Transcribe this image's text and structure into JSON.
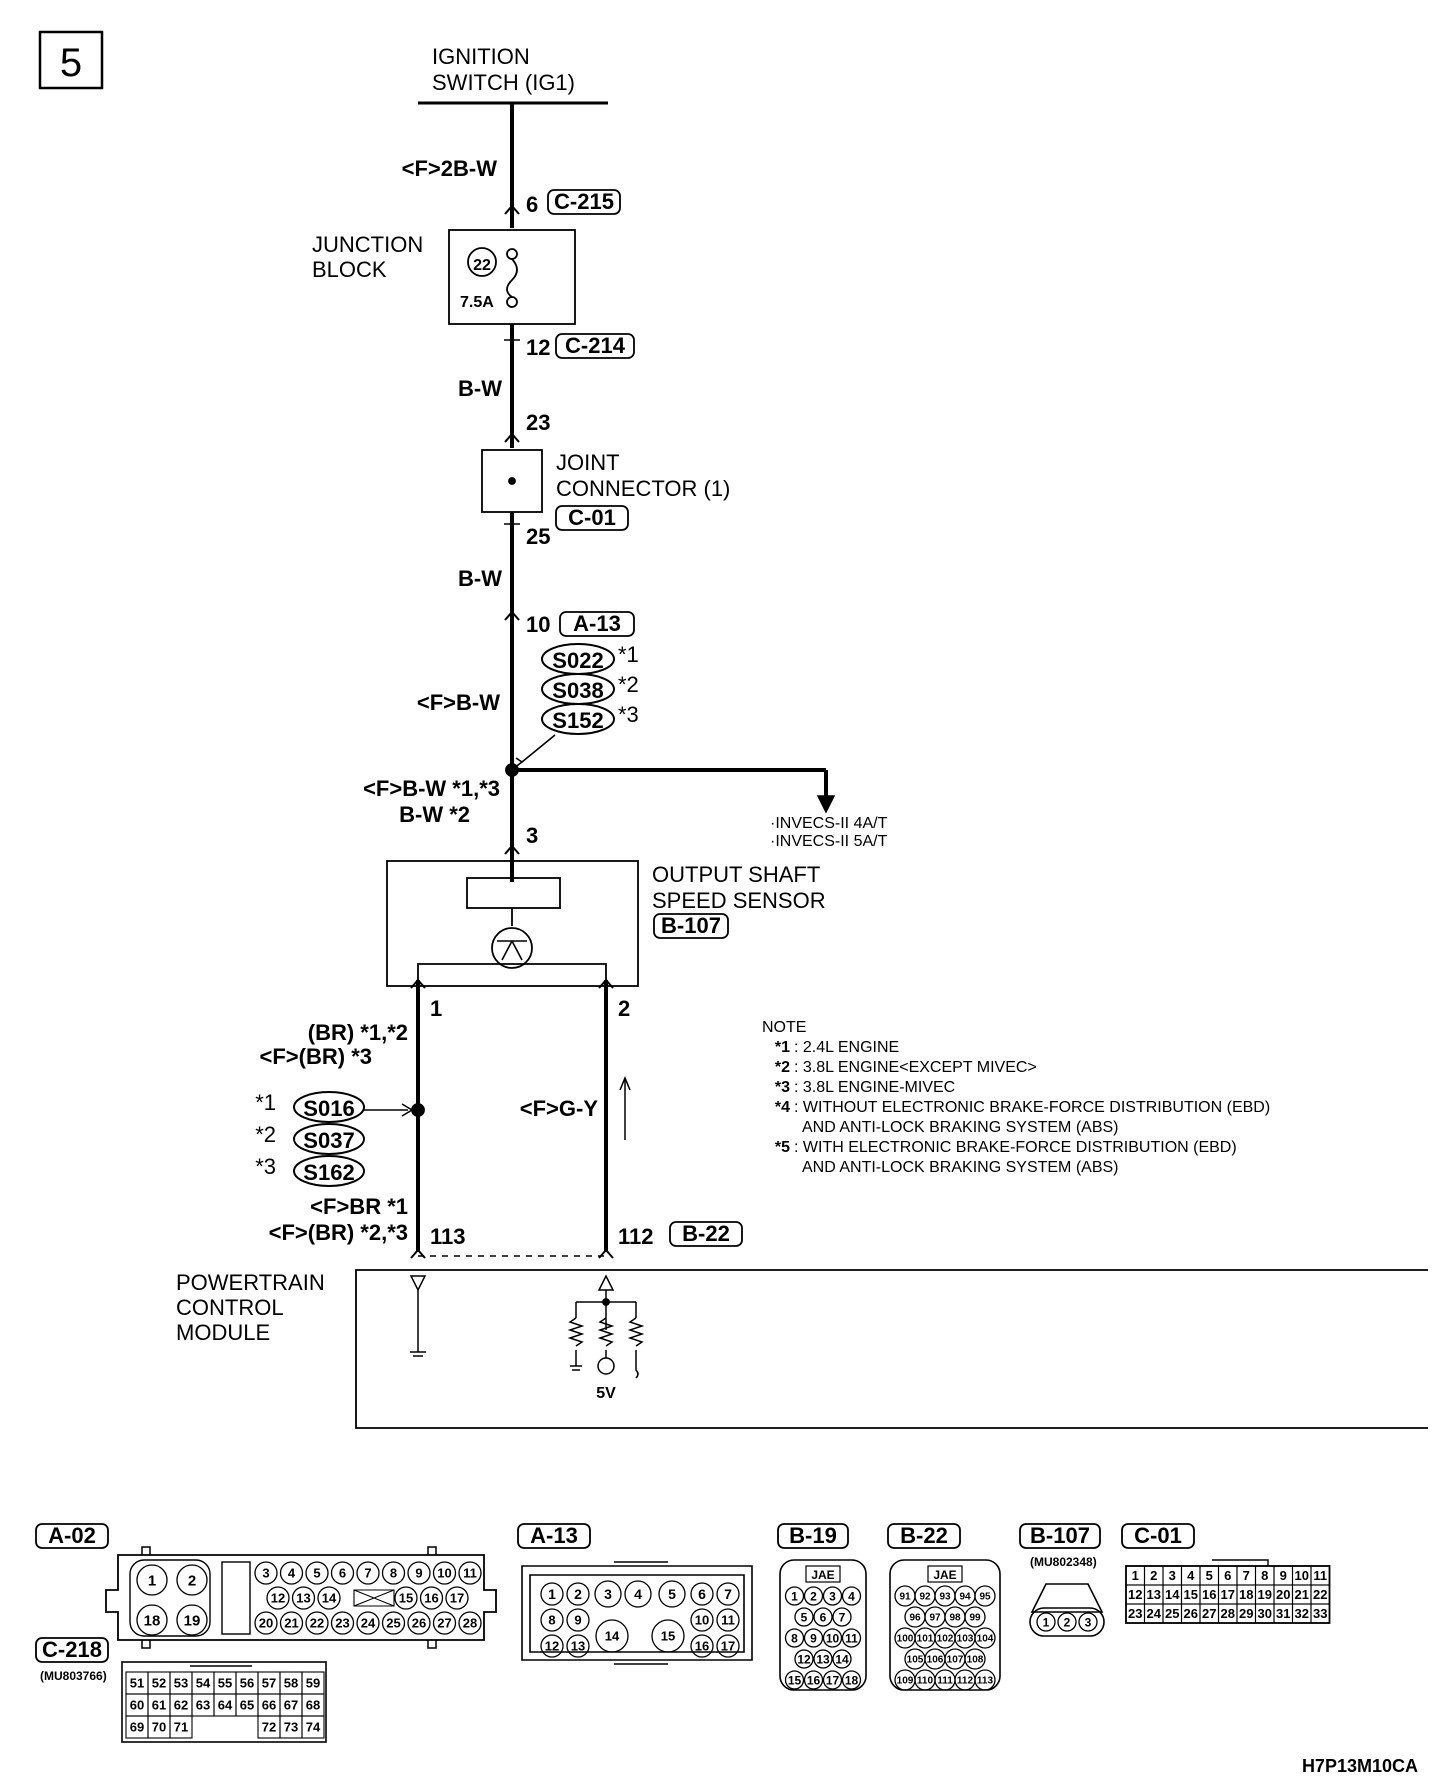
{
  "page_number": "5",
  "diagram_code": "H7P13M10CA",
  "ignition": {
    "line1": "IGNITION",
    "line2": "SWITCH (IG1)"
  },
  "wire_top": "<F>2B-W",
  "c215": {
    "pin": "6",
    "id": "C-215"
  },
  "junction_block": {
    "line1": "JUNCTION",
    "line2": "BLOCK",
    "fuse_no": "22",
    "fuse_amp": "7.5A"
  },
  "c214": {
    "pin": "12",
    "id": "C-214"
  },
  "wire_bw1": "B-W",
  "joint_in_pin": "23",
  "joint": {
    "line1": "JOINT",
    "line2": "CONNECTOR (1)",
    "id": "C-01"
  },
  "joint_out_pin": "25",
  "wire_bw2": "B-W",
  "a13": {
    "pin": "10",
    "id": "A-13"
  },
  "wire_fbw": "<F>B-W",
  "splices_upper": [
    {
      "id": "S022",
      "note": "*1"
    },
    {
      "id": "S038",
      "note": "*2"
    },
    {
      "id": "S152",
      "note": "*3"
    }
  ],
  "branch_targets": [
    "·INVECS-II 4A/T",
    "·INVECS-II 5A/T"
  ],
  "wire_sensor_in": {
    "line1": "<F>B-W *1,*3",
    "line2": "B-W *2"
  },
  "sensor_pin": "3",
  "sensor": {
    "line1": "OUTPUT SHAFT",
    "line2": "SPEED SENSOR",
    "id": "B-107"
  },
  "pin_left": "1",
  "pin_right": "2",
  "wire_left_upper": {
    "line1": "(BR) *1,*2",
    "line2": "<F>(BR) *3"
  },
  "splices_lower": [
    {
      "note": "*1",
      "id": "S016"
    },
    {
      "note": "*2",
      "id": "S037"
    },
    {
      "note": "*3",
      "id": "S162"
    }
  ],
  "wire_left_lower": {
    "line1": "<F>BR *1",
    "line2": "<F>(BR) *2,*3"
  },
  "wire_right": "<F>G-Y",
  "pin_113": "113",
  "pin_112": "112",
  "b22_id": "B-22",
  "pcm": {
    "line1": "POWERTRAIN",
    "line2": "CONTROL",
    "line3": "MODULE",
    "voltage": "5V"
  },
  "note": {
    "title": "NOTE",
    "items": [
      {
        "k": "*1",
        "v": ": 2.4L ENGINE"
      },
      {
        "k": "*2",
        "v": ": 3.8L ENGINE<EXCEPT MIVEC>"
      },
      {
        "k": "*3",
        "v": ": 3.8L ENGINE-MIVEC"
      },
      {
        "k": "*4",
        "v": ": WITHOUT ELECTRONIC BRAKE-FORCE DISTRIBUTION (EBD)",
        "v2": "AND ANTI-LOCK BRAKING SYSTEM (ABS)"
      },
      {
        "k": "*5",
        "v": ": WITH ELECTRONIC BRAKE-FORCE DISTRIBUTION (EBD)",
        "v2": "AND ANTI-LOCK BRAKING SYSTEM (ABS)"
      }
    ]
  },
  "connectors": {
    "a02": {
      "id": "A-02",
      "big": [
        "1",
        "2",
        "18",
        "19"
      ],
      "row1": [
        "3",
        "4",
        "5",
        "6",
        "7",
        "8",
        "9",
        "10",
        "11"
      ],
      "row2": [
        "12",
        "13",
        "14",
        "15",
        "16",
        "17"
      ],
      "row3": [
        "20",
        "21",
        "22",
        "23",
        "24",
        "25",
        "26",
        "27",
        "28"
      ]
    },
    "a13": {
      "id": "A-13",
      "row1": [
        "1",
        "2",
        "3",
        "4",
        "5",
        "6",
        "7"
      ],
      "row2": [
        "8",
        "9",
        "10",
        "11"
      ],
      "row3": [
        "12",
        "13",
        "14",
        "15",
        "16",
        "17"
      ]
    },
    "b19": {
      "id": "B-19",
      "tag": "JAE",
      "rows": [
        [
          "1",
          "2",
          "3",
          "4"
        ],
        [
          "5",
          "6",
          "7"
        ],
        [
          "8",
          "9",
          "10",
          "11"
        ],
        [
          "12",
          "13",
          "14"
        ],
        [
          "15",
          "16",
          "17",
          "18"
        ]
      ]
    },
    "b22": {
      "id": "B-22",
      "tag": "JAE",
      "rows": [
        [
          "91",
          "92",
          "93",
          "94",
          "95"
        ],
        [
          "96",
          "97",
          "98",
          "99"
        ],
        [
          "100",
          "101",
          "102",
          "103",
          "104"
        ],
        [
          "105",
          "106",
          "107",
          "108"
        ],
        [
          "109",
          "110",
          "111",
          "112",
          "113"
        ]
      ]
    },
    "b107": {
      "id": "B-107",
      "part": "(MU802348)",
      "pins": [
        "1",
        "2",
        "3"
      ]
    },
    "c01": {
      "id": "C-01",
      "rows": [
        [
          "1",
          "2",
          "3",
          "4",
          "5",
          "6",
          "7",
          "8",
          "9",
          "10",
          "11"
        ],
        [
          "12",
          "13",
          "14",
          "15",
          "16",
          "17",
          "18",
          "19",
          "20",
          "21",
          "22"
        ],
        [
          "23",
          "24",
          "25",
          "26",
          "27",
          "28",
          "29",
          "30",
          "31",
          "32",
          "33"
        ]
      ]
    },
    "c218": {
      "id": "C-218",
      "part": "(MU803766)",
      "rows": [
        [
          "51",
          "52",
          "53",
          "54",
          "55",
          "56",
          "57",
          "58",
          "59"
        ],
        [
          "60",
          "61",
          "62",
          "63",
          "64",
          "65",
          "66",
          "67",
          "68"
        ],
        [
          "69",
          "70",
          "71",
          "",
          "",
          "",
          "72",
          "73",
          "74"
        ]
      ]
    }
  }
}
